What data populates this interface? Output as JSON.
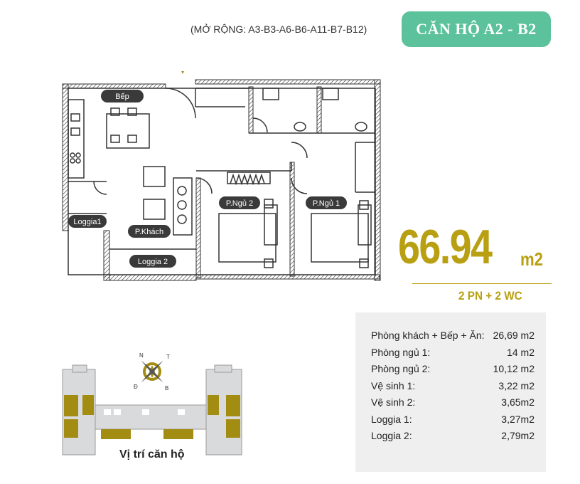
{
  "header": {
    "expansion_note": "(MỞ RỘNG: A3-B3-A6-B6-A11-B7-B12)",
    "title": "CĂN HỘ A2 - B2"
  },
  "floor_plan": {
    "rooms": {
      "kitchen": "Bếp",
      "loggia1": "Loggia1",
      "living": "P.Khách",
      "loggia2": "Loggia 2",
      "bedroom2": "P.Ngủ 2",
      "bedroom1": "P.Ngủ 1"
    },
    "entrance_marker_color": "#a08a1a"
  },
  "summary": {
    "area_value": "66.94",
    "area_unit": "m2",
    "rooms": "2 PN + 2 WC",
    "accent_color": "#b9a012"
  },
  "area_table": [
    {
      "label": "Phòng khách + Bếp + Ăn:",
      "value": "26,69 m2"
    },
    {
      "label": "Phòng ngủ 1:",
      "value": "14 m2"
    },
    {
      "label": "Phòng ngủ 2:",
      "value": "10,12 m2"
    },
    {
      "label": "Vệ sinh 1:",
      "value": "3,22 m2"
    },
    {
      "label": "Vệ sinh 2:",
      "value": "3,65m2"
    },
    {
      "label": "Loggia 1:",
      "value": "3,27m2"
    },
    {
      "label": "Loggia 2:",
      "value": "2,79m2"
    }
  ],
  "compass": {
    "n": "N",
    "t": "T",
    "b": "B",
    "d": "Đ"
  },
  "location": {
    "label": "Vị trí căn hộ",
    "highlight_color": "#a38c12"
  }
}
